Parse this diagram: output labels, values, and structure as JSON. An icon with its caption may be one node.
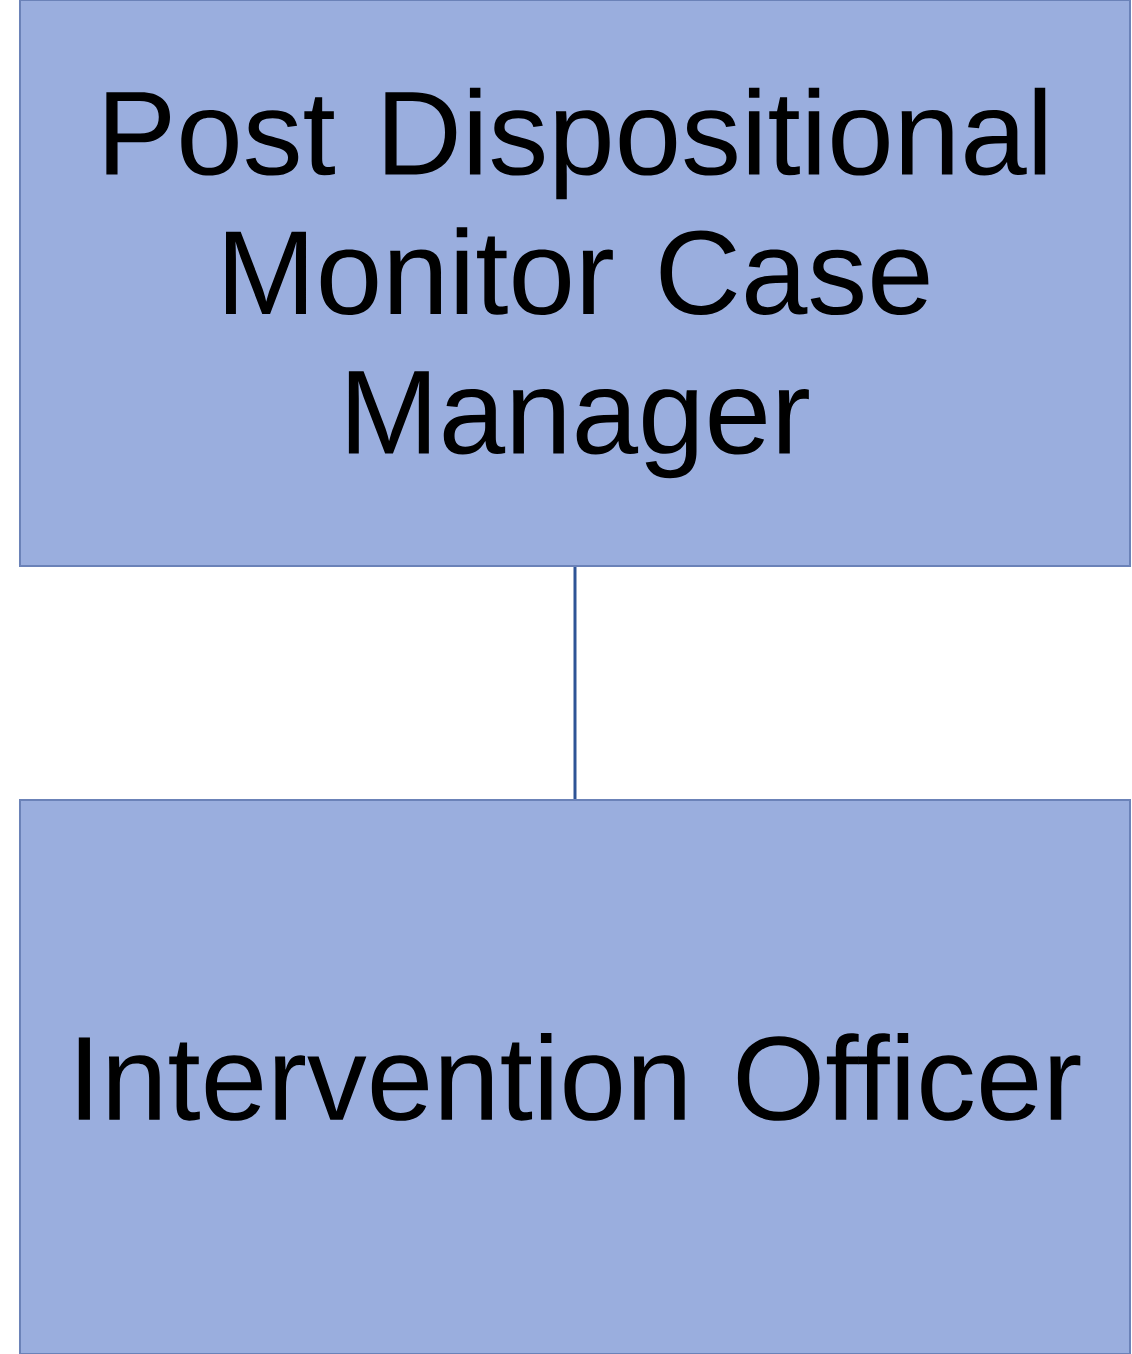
{
  "diagram": {
    "nodes": [
      {
        "text": [
          "Post Dispositional Monitor Case Manager"
        ]
      },
      {
        "text": [
          "Intervention Officer"
        ]
      }
    ],
    "edges": [
      {
        "from": 0,
        "to": 1,
        "arrow": "none"
      }
    ]
  }
}
